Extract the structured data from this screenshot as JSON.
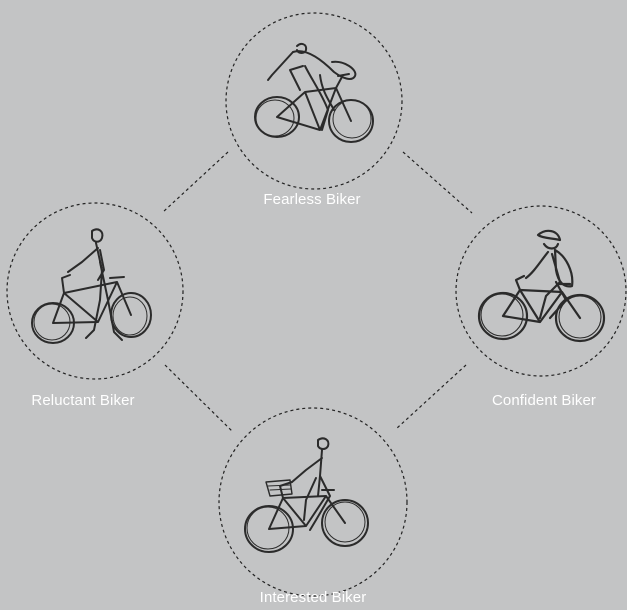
{
  "nodes": [
    {
      "id": "fearless",
      "label": "Fearless Biker",
      "icon": "cyclist-racing-icon"
    },
    {
      "id": "reluctant",
      "label": "Reluctant Biker",
      "icon": "person-walking-bike-icon"
    },
    {
      "id": "confident",
      "label": "Confident Biker",
      "icon": "cyclist-helmet-icon"
    },
    {
      "id": "interested",
      "label": "Interested Biker",
      "icon": "cyclist-basket-icon"
    }
  ],
  "colors": {
    "background": "#c3c4c5",
    "outline": "#222222",
    "label": "#ffffff"
  }
}
